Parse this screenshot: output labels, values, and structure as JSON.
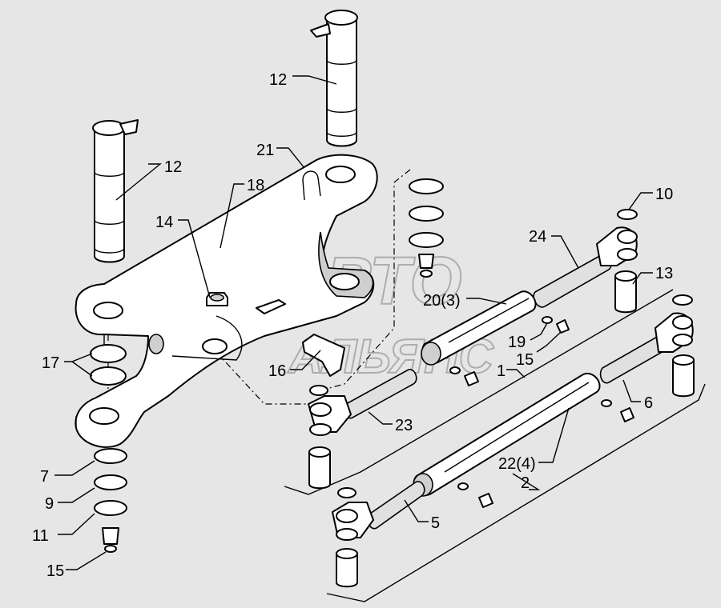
{
  "watermark": {
    "line1": "АВТО",
    "line2": "АЛЬЯНС"
  },
  "callouts": [
    {
      "id": "c12a",
      "text": "12"
    },
    {
      "id": "c12b",
      "text": "12"
    },
    {
      "id": "c21",
      "text": "21"
    },
    {
      "id": "c18",
      "text": "18"
    },
    {
      "id": "c14",
      "text": "14"
    },
    {
      "id": "c10",
      "text": "10"
    },
    {
      "id": "c24",
      "text": "24"
    },
    {
      "id": "c13",
      "text": "13"
    },
    {
      "id": "c20",
      "text": "20(3)"
    },
    {
      "id": "c19",
      "text": "19"
    },
    {
      "id": "c15a",
      "text": "15"
    },
    {
      "id": "c17",
      "text": "17"
    },
    {
      "id": "c16",
      "text": "16"
    },
    {
      "id": "c1",
      "text": "1"
    },
    {
      "id": "c6",
      "text": "6"
    },
    {
      "id": "c23",
      "text": "23"
    },
    {
      "id": "c22",
      "text": "22(4)"
    },
    {
      "id": "c7",
      "text": "7"
    },
    {
      "id": "c2",
      "text": "2"
    },
    {
      "id": "c9",
      "text": "9"
    },
    {
      "id": "c5",
      "text": "5"
    },
    {
      "id": "c11",
      "text": "11"
    },
    {
      "id": "c15b",
      "text": "15"
    }
  ]
}
